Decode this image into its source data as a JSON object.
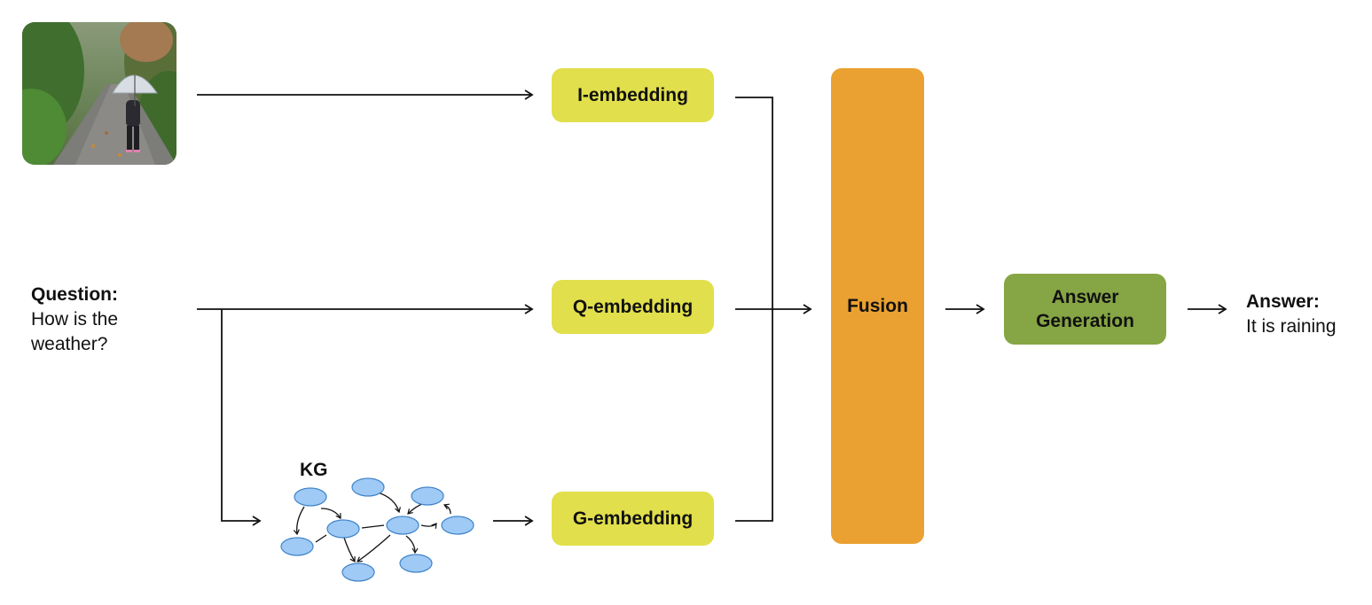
{
  "inputs": {
    "image_alt": "person with umbrella walking on a rainy path",
    "question_label": "Question:",
    "question_text_line1": "How is the",
    "question_text_line2": "weather?"
  },
  "embeddings": {
    "i_label": "I-embedding",
    "q_label": "Q-embedding",
    "g_label": "G-embedding"
  },
  "kg": {
    "label": "KG"
  },
  "fusion": {
    "label": "Fusion"
  },
  "answer_generation": {
    "label_line1": "Answer",
    "label_line2": "Generation"
  },
  "output": {
    "answer_label": "Answer:",
    "answer_text": "It is raining"
  },
  "colors": {
    "embedding_box": "#e1df4b",
    "fusion_box": "#eaa131",
    "answer_generation_box": "#86a544",
    "kg_node": "#9fcaf5",
    "kg_node_stroke": "#3f84c9",
    "arrow": "#111111"
  }
}
